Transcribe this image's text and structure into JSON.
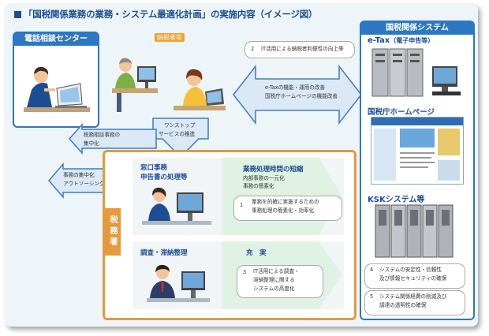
{
  "title": "「国税関係業務の業務・システム最適化計画」の実施内容（イメージ図）",
  "call_center": {
    "header": "電話相談センター"
  },
  "taxpayers": {
    "label": "納税者等"
  },
  "bubble2": {
    "number": "2",
    "text": "IT活用による納税者利便性の向上等"
  },
  "etax_arrow": {
    "line1": "e-Taxの機能・運用の改善",
    "line2": "国税庁ホームページの機能改善"
  },
  "onestop": {
    "line1": "ワンストップ",
    "line2": "サービスの推進"
  },
  "left_arrows": {
    "a1_line1": "税務相談事務の",
    "a1_line2": "集中化",
    "a2_line1": "事務の集中化",
    "a2_line2": "アウトソーシングの推進"
  },
  "tax_office": {
    "label": "税務署"
  },
  "window": {
    "title_line1": "窓口事務",
    "title_line2": "申告書の処理等",
    "shorten_title": "業務処理時間の短縮",
    "shorten_sub1": "内部事務の一元化",
    "shorten_sub2": "事務の簡素化",
    "item1_num": "1",
    "item1_line1": "業務を的確に実施するための",
    "item1_line2": "事務処理の簡素化・効率化"
  },
  "survey": {
    "title": "調査・滞納整理",
    "fill_title": "充　実",
    "item3_num": "3",
    "item3_line1": "IT活用による調査・",
    "item3_line2": "滞納整理に関する",
    "item3_line3": "システムの高度化"
  },
  "systems": {
    "header": "国税関係システム",
    "etax": "e-Tax",
    "etax_sub": "（電子申告等）",
    "homepage": "国税庁ホームページ",
    "ksk": "KSKシステム等",
    "item4_num": "4",
    "item4_line1": "システムの安定性・信頼性",
    "item4_line2": "及び情報セキュリティの確保",
    "item5_num": "5",
    "item5_line1": "システム関係経費の削減及び",
    "item5_line2": "調達の透明性の確保"
  },
  "colors": {
    "blue": "#2e77c2",
    "navy": "#1d4e94",
    "orange": "#e59a3c",
    "arrow_fill": "#dbe9f6"
  }
}
